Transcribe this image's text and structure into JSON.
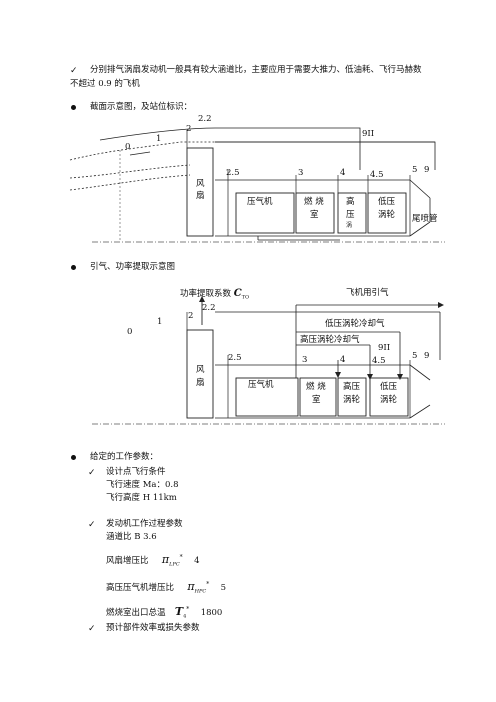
{
  "intro": {
    "check": "✓",
    "line1": "分别排气涡扇发动机一般具有较大涵道比，主要应用于需要大推力、低油耗、飞行马赫数",
    "line2": "不超过 0.9 的飞机"
  },
  "section1": {
    "title": "截面示意图，及站位标识："
  },
  "diagram1": {
    "stations": {
      "s0": "0",
      "s1": "1",
      "s2": "2",
      "s22": "2.2",
      "s9II": "9II",
      "s25": "2.5",
      "s3": "3",
      "s4": "4",
      "s45": "4.5",
      "s5": "5",
      "s9": "9"
    },
    "boxes": {
      "fan1": "风",
      "fan2": "扇",
      "compressor": "压气机",
      "burner1": "燃 烧",
      "burner2": "室",
      "hpt1": "高",
      "hpt2": "压",
      "hpt3": "涡",
      "lpt1": "低压",
      "lpt2": "涡轮",
      "nozzle": "尾喷管"
    }
  },
  "section2": {
    "title": "引气、功率提取示意图"
  },
  "diagram2": {
    "power_label": "功率提取系数",
    "power_symbol": "C",
    "power_sub": "TO",
    "bleed_label": "飞机用引气",
    "lpt_cool": "低压涡轮冷却气",
    "hpt_cool": "高压涡轮冷却气",
    "stations": {
      "s0": "0",
      "s1": "1",
      "s2": "2",
      "s22": "2.2",
      "s9II": "9II",
      "s25": "2.5",
      "s3": "3",
      "s4": "4",
      "s45": "4.5",
      "s5": "5",
      "s9": "9"
    },
    "boxes": {
      "fan1": "风",
      "fan2": "扇",
      "compressor": "压气机",
      "burner1": "燃 烧",
      "burner2": "室",
      "hpt1": "高压",
      "hpt2": "涡轮",
      "lpt1": "低压",
      "lpt2": "涡轮"
    }
  },
  "section3": {
    "title": "给定的工作参数：",
    "design_point": {
      "heading": "设计点飞行条件",
      "mach": "飞行速度 Ma：0.8",
      "altitude": "飞行高度 H 11km"
    },
    "engine": {
      "heading": "发动机工作过程参数",
      "bpr": "涵道比 B 3.6",
      "fan_label": "风扇增压比",
      "fan_symbol": "π",
      "fan_sub": "LPC",
      "fan_value": "4",
      "hpc_label": "高压压气机增压比",
      "hpc_symbol": "π",
      "hpc_sub": "HPC",
      "hpc_value": "5",
      "t4_label": "燃烧室出口总温",
      "t4_symbol": "T",
      "t4_sub": "4",
      "t4_value": "1800"
    },
    "losses": {
      "heading": "预计部件效率或损失参数"
    }
  },
  "colors": {
    "text": "#111111",
    "line": "#222222",
    "dashed": "#555555"
  }
}
